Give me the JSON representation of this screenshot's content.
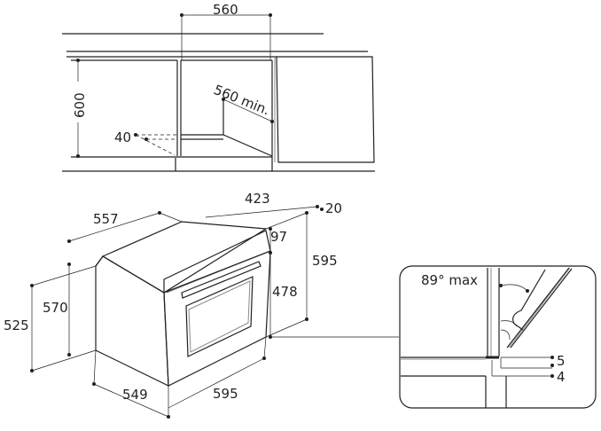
{
  "niche": {
    "width": "560",
    "height": "600",
    "depth": "560 min.",
    "vent": "40"
  },
  "oven": {
    "depth_total": "557",
    "depth_body": "423",
    "door_thickness": "20",
    "panel_height": "97",
    "height": "595",
    "door_height": "478",
    "side_height": "570",
    "body_height": "525",
    "body_depth": "549",
    "width": "595"
  },
  "detail": {
    "angle": "89° max",
    "gap_top": "5",
    "gap_bottom": "4"
  }
}
